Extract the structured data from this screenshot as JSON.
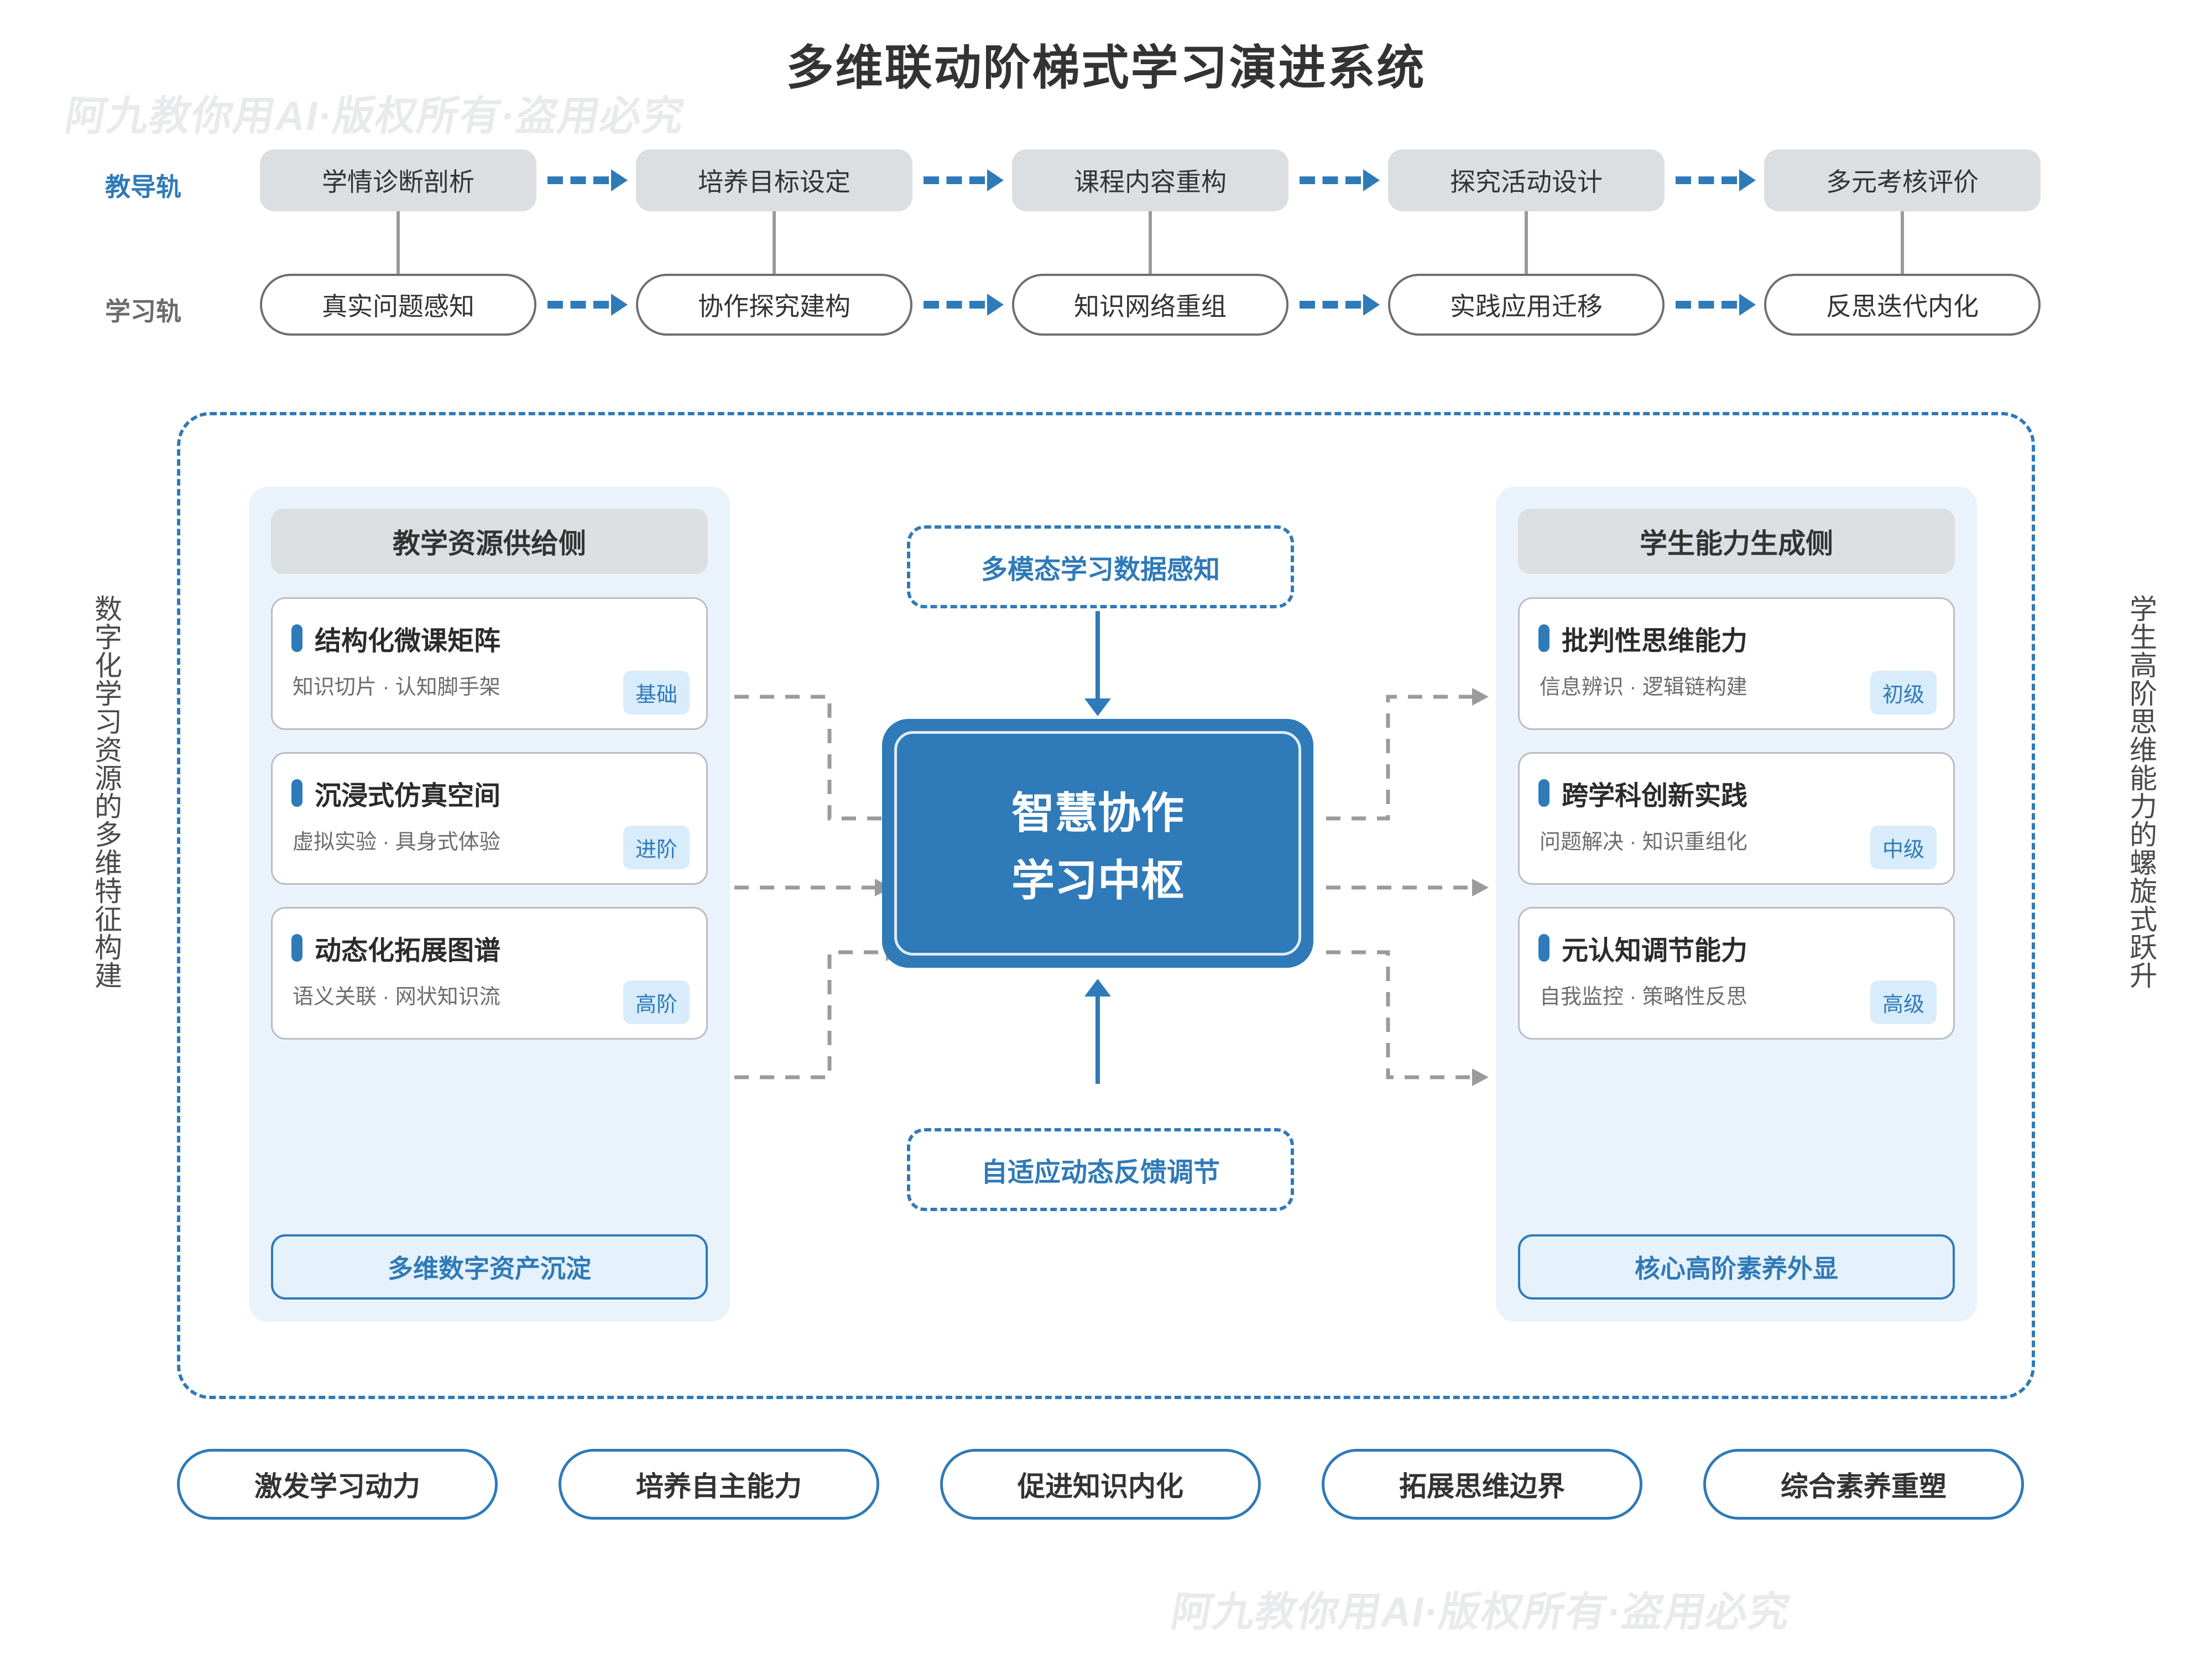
{
  "title": "多维联动阶梯式学习演进系统",
  "watermark": "阿九教你用AI·版权所有·盗用必究",
  "tracks": {
    "teach_label": "教导轨",
    "learn_label": "学习轨",
    "teach_steps": [
      "学情诊断剖析",
      "培养目标设定",
      "课程内容重构",
      "探究活动设计",
      "多元考核评价"
    ],
    "learn_steps": [
      "真实问题感知",
      "协作探究建构",
      "知识网络重组",
      "实践应用迁移",
      "反思迭代内化"
    ]
  },
  "side_captions": {
    "left": "数字化学习资源的多维特征构建",
    "right": "学生高阶思维能力的螺旋式跃升"
  },
  "left_panel": {
    "header": "教学资源供给侧",
    "footer": "多维数字资产沉淀",
    "cards": [
      {
        "title": "结构化微课矩阵",
        "sub": "知识切片 · 认知脚手架",
        "badge": "基础"
      },
      {
        "title": "沉浸式仿真空间",
        "sub": "虚拟实验 · 具身式体验",
        "badge": "进阶"
      },
      {
        "title": "动态化拓展图谱",
        "sub": "语义关联 · 网状知识流",
        "badge": "高阶"
      }
    ]
  },
  "right_panel": {
    "header": "学生能力生成侧",
    "footer": "核心高阶素养外显",
    "cards": [
      {
        "title": "批判性思维能力",
        "sub": "信息辨识 · 逻辑链构建",
        "badge": "初级"
      },
      {
        "title": "跨学科创新实践",
        "sub": "问题解决 · 知识重组化",
        "badge": "中级"
      },
      {
        "title": "元认知调节能力",
        "sub": "自我监控 · 策略性反思",
        "badge": "高级"
      }
    ]
  },
  "hub": {
    "line1": "智慧协作",
    "line2": "学习中枢",
    "top_box": "多模态学习数据感知",
    "bottom_box": "自适应动态反馈调节"
  },
  "outcomes": [
    "激发学习动力",
    "培养自主能力",
    "促进知识内化",
    "拓展思维边界",
    "综合素养重塑"
  ],
  "colors": {
    "accent": "#2f7ab8",
    "panel_bg": "#eaf3fb",
    "head_bg": "#dcdfe2",
    "badge_bg": "#d9ecfb",
    "text": "#333333",
    "muted": "#6d6d6d"
  }
}
